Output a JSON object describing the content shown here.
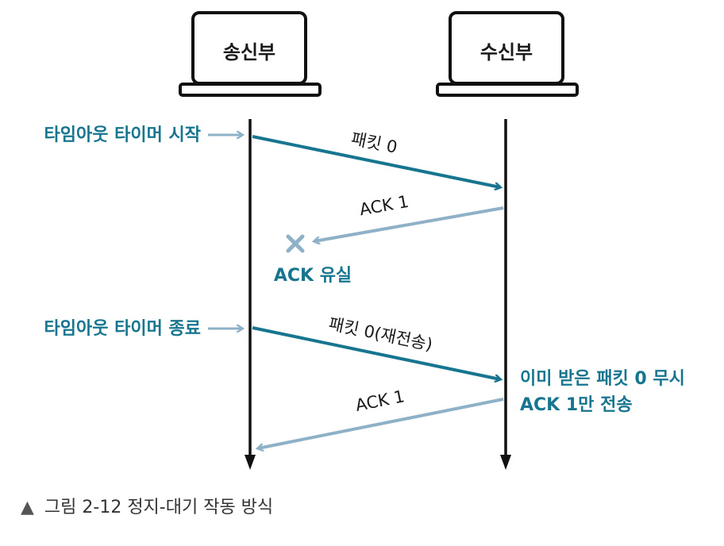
{
  "figure": {
    "sender_label": "송신부",
    "receiver_label": "수신부",
    "events": {
      "timeout_start": "타임아웃 타이머 시작",
      "timeout_end": "타임아웃 타이머 종료"
    },
    "messages": {
      "packet0": "패킷 0",
      "ack1_first": "ACK 1",
      "packet0_retx": "패킷 0(재전송)",
      "ack1_second": "ACK 1"
    },
    "loss_label": "ACK 유실",
    "receiver_note": {
      "line1": "이미 받은 패킷 0 무시",
      "line2": "ACK 1만 전송"
    },
    "colors": {
      "packet": "#17758f",
      "ack": "#8fb1c8",
      "timeline": "#111111",
      "text_accent": "#17758f"
    }
  },
  "caption": {
    "marker": "▲",
    "text": "그림 2-12 정지-대기 작동 방식"
  }
}
